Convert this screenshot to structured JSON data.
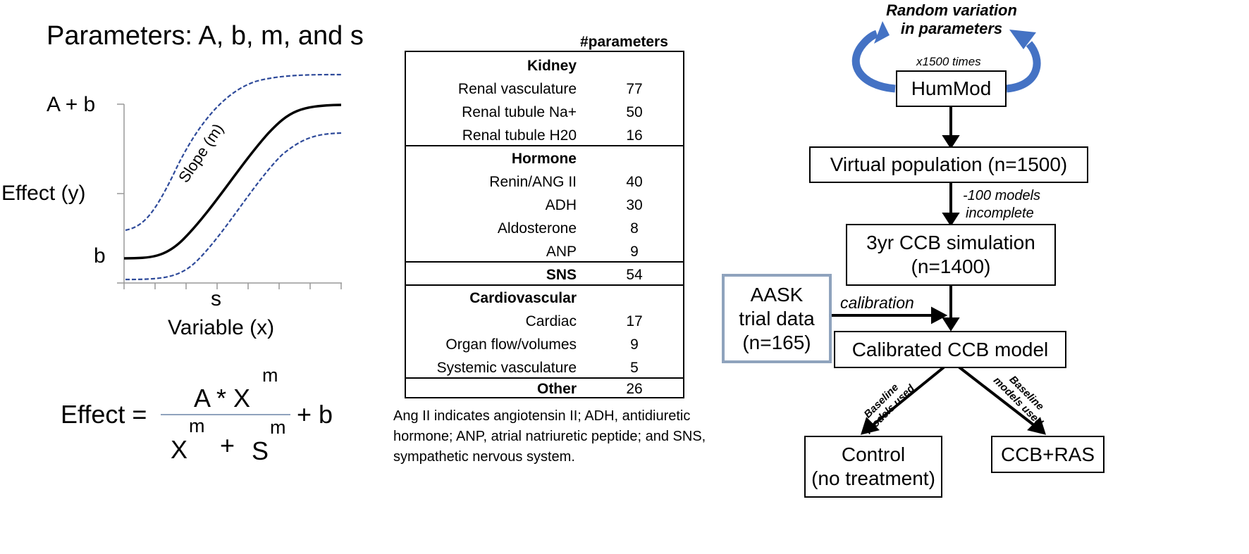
{
  "left_panel": {
    "title": "Parameters: A, b, m, and s",
    "y_tick_top": "A + b",
    "y_axis_label": "Effect (y)",
    "y_tick_bottom": "b",
    "x_tick": "s",
    "x_axis_label": "Variable (x)",
    "curve_label": "Slope (m)",
    "equation": {
      "lhs": "Effect =",
      "numerator": "A * X",
      "numerator_exp": "m",
      "denominator_x": "X",
      "denominator_x_exp": "m",
      "plus": "+",
      "denominator_s": "S",
      "denominator_s_exp": "m",
      "rhs": "+ b"
    },
    "colors": {
      "main_curve": "#000000",
      "bound_curves": "#2E4A9A",
      "axis": "#999999",
      "fraction_line": "#8FA3BD"
    }
  },
  "table": {
    "header": "#parameters",
    "sections": [
      {
        "name": "Kidney",
        "total": "",
        "rows": [
          {
            "label": "Renal vasculature",
            "value": "77"
          },
          {
            "label": "Renal tubule Na+",
            "value": "50"
          },
          {
            "label": "Renal tubule H20",
            "value": "16"
          }
        ]
      },
      {
        "name": "Hormone",
        "total": "",
        "rows": [
          {
            "label": "Renin/ANG II",
            "value": "40"
          },
          {
            "label": "ADH",
            "value": "30"
          },
          {
            "label": "Aldosterone",
            "value": "8"
          },
          {
            "label": "ANP",
            "value": "9"
          }
        ]
      },
      {
        "name": "SNS",
        "total": "54",
        "rows": []
      },
      {
        "name": "Cardiovascular",
        "total": "",
        "rows": [
          {
            "label": "Cardiac",
            "value": "17"
          },
          {
            "label": "Organ flow/volumes",
            "value": "9"
          },
          {
            "label": "Systemic vasculature",
            "value": "5"
          }
        ]
      },
      {
        "name": "Other",
        "total": "26",
        "rows": []
      }
    ],
    "footnote": "Ang II indicates angiotensin II;  ADH, antidiuretic hormone; ANP, atrial natriuretic peptide; and SNS, sympathetic nervous system."
  },
  "flowchart": {
    "random_variation": "Random variation in parameters",
    "random_variation_line1": "Random variation",
    "random_variation_line2": "in parameters",
    "repeat_label": "x1500 times",
    "humMod": "HumMod",
    "virtual_population": "Virtual population (n=1500)",
    "incomplete_line1": "-100 models",
    "incomplete_line2": "incomplete",
    "sim_line1": "3yr CCB simulation",
    "sim_line2": "(n=1400)",
    "aask_line1": "AASK",
    "aask_line2": "trial data",
    "aask_line3": "(n=165)",
    "calibration": "calibration",
    "calibrated_model": "Calibrated CCB model",
    "baseline_left_1": "Baseline",
    "baseline_left_2": "models used",
    "baseline_right_1": "Baseline",
    "baseline_right_2": "models used",
    "control_line1": "Control",
    "control_line2": "(no treatment)",
    "ccb_ras": "CCB+RAS",
    "colors": {
      "loop_arrow": "#4472C4",
      "aask_border": "#8FA3BD"
    }
  }
}
